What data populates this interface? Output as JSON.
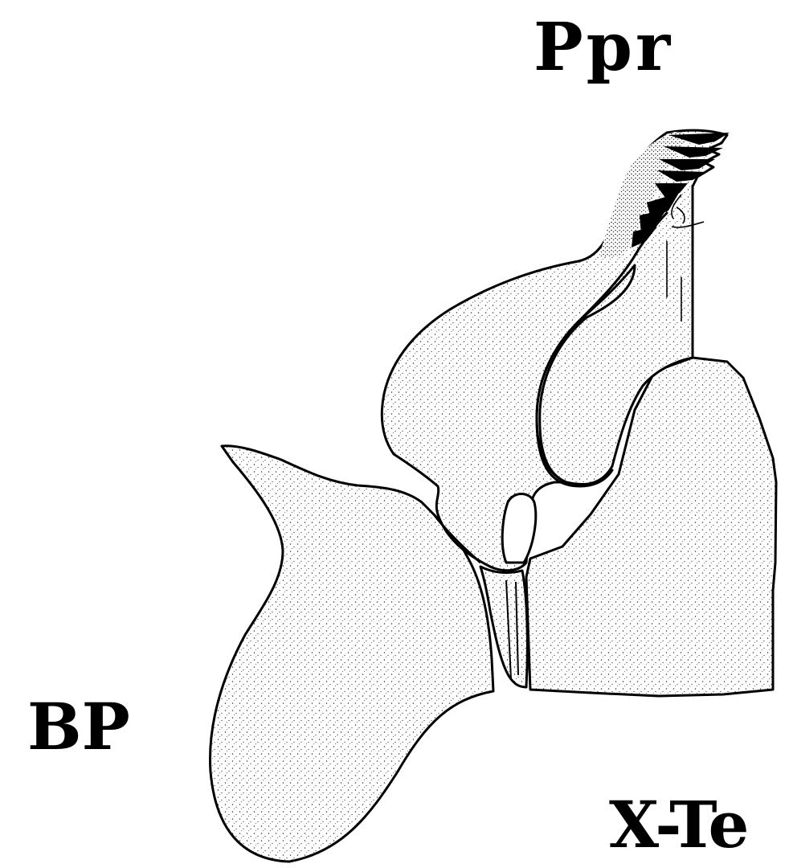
{
  "labels": {
    "ppr": "Ppr",
    "bp": "BP",
    "xte": "X-Te"
  },
  "colors": {
    "ink": "#000000",
    "paper": "#ffffff"
  }
}
